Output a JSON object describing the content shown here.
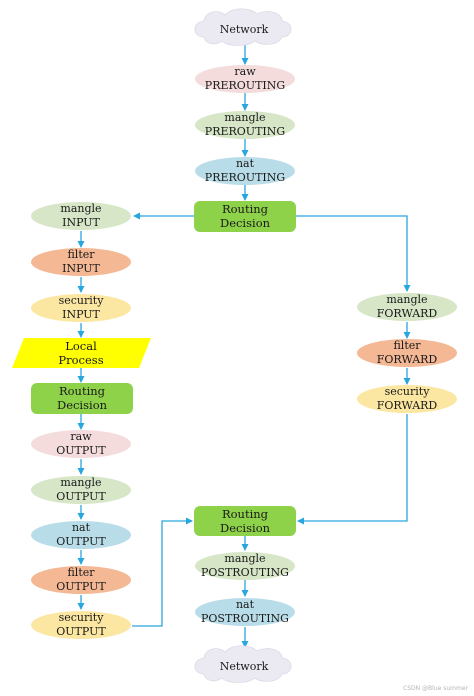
{
  "colors": {
    "connector": "#29a6dd",
    "network": "#ebe9f2",
    "raw": "#f4dcdc",
    "mangle": "#d6e6c7",
    "nat": "#b9dde8",
    "filter": "#f4b894",
    "security": "#fce7a2",
    "decision": "#8ed24a",
    "process": "#ffff00"
  },
  "nodes": {
    "network_in": {
      "text": "Network",
      "icon": "cloud-icon"
    },
    "raw_prerouting": {
      "line1": "raw",
      "line2": "PREROUTING"
    },
    "mangle_prerouting": {
      "line1": "mangle",
      "line2": "PREROUTING"
    },
    "nat_prerouting": {
      "line1": "nat",
      "line2": "PREROUTING"
    },
    "routing_decision_1": {
      "line1": "Routing",
      "line2": "Decision"
    },
    "mangle_input": {
      "line1": "mangle",
      "line2": "INPUT"
    },
    "filter_input": {
      "line1": "filter",
      "line2": "INPUT"
    },
    "security_input": {
      "line1": "security",
      "line2": "INPUT"
    },
    "local_process": {
      "line1": "Local",
      "line2": "Process"
    },
    "routing_decision_2": {
      "line1": "Routing",
      "line2": "Decision"
    },
    "raw_output": {
      "line1": "raw",
      "line2": "OUTPUT"
    },
    "mangle_output": {
      "line1": "mangle",
      "line2": "OUTPUT"
    },
    "nat_output": {
      "line1": "nat",
      "line2": "OUTPUT"
    },
    "filter_output": {
      "line1": "filter",
      "line2": "OUTPUT"
    },
    "security_output": {
      "line1": "security",
      "line2": "OUTPUT"
    },
    "mangle_forward": {
      "line1": "mangle",
      "line2": "FORWARD"
    },
    "filter_forward": {
      "line1": "filter",
      "line2": "FORWARD"
    },
    "security_forward": {
      "line1": "security",
      "line2": "FORWARD"
    },
    "routing_decision_3": {
      "line1": "Routing",
      "line2": "Decision"
    },
    "mangle_postrouting": {
      "line1": "mangle",
      "line2": "POSTROUTING"
    },
    "nat_postrouting": {
      "line1": "nat",
      "line2": "POSTROUTING"
    },
    "network_out": {
      "text": "Network",
      "icon": "cloud-icon"
    }
  },
  "watermark": "CSDN @Blue summer"
}
